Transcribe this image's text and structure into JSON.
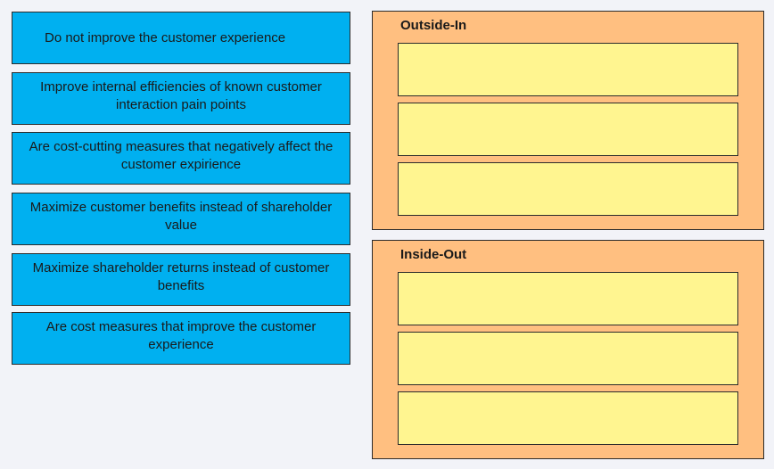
{
  "source_items": [
    "Do not improve the customer experience",
    "Improve internal efficiencies of known customer interaction pain points",
    "Are cost-cutting measures that negatively affect the customer expirience",
    "Maximize customer benefits instead of shareholder value",
    "Maximize shareholder returns instead of customer benefits",
    "Are cost measures that improve the customer experience"
  ],
  "targets": {
    "outside_in": {
      "title": "Outside-In"
    },
    "inside_out": {
      "title": "Inside-Out"
    }
  },
  "colors": {
    "source_item_bg": "#00b0f0",
    "panel_bg": "#ffbf80",
    "slot_bg": "#fff590"
  }
}
